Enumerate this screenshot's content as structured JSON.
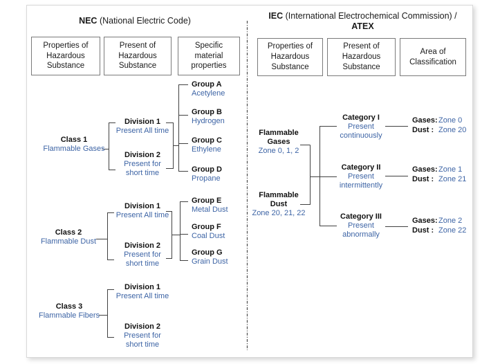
{
  "colors": {
    "accent_blue": "#3d64a5",
    "line": "#404040",
    "box_border": "#7a7a7a"
  },
  "nec": {
    "title_abbr": "NEC",
    "title_rest": " (National Electric Code)",
    "headers": [
      "Properties of\nHazardous\nSubstance",
      "Present of\nHazardous\nSubstance",
      "Specific\nmaterial\nproperties"
    ],
    "classes": [
      {
        "name": "Class 1",
        "desc": "Flammable Gases",
        "divisions": [
          {
            "name": "Division 1",
            "desc": "Present All time"
          },
          {
            "name": "Division 2",
            "desc": "Present for\nshort time"
          }
        ],
        "groups": [
          {
            "name": "Group A",
            "desc": "Acetylene"
          },
          {
            "name": "Group B",
            "desc": "Hydrogen"
          },
          {
            "name": "Group C",
            "desc": "Ethylene"
          },
          {
            "name": "Group D",
            "desc": "Propane"
          }
        ]
      },
      {
        "name": "Class 2",
        "desc": "Flammable Dust",
        "divisions": [
          {
            "name": "Division 1",
            "desc": "Present All time"
          },
          {
            "name": "Division 2",
            "desc": "Present for\nshort time"
          }
        ],
        "groups": [
          {
            "name": "Group E",
            "desc": "Metal Dust"
          },
          {
            "name": "Group F",
            "desc": "Coal Dust"
          },
          {
            "name": "Group G",
            "desc": "Grain Dust"
          }
        ]
      },
      {
        "name": "Class 3",
        "desc": "Flammable Fibers",
        "divisions": [
          {
            "name": "Division 1",
            "desc": "Present All time"
          },
          {
            "name": "Division 2",
            "desc": "Present for\nshort time"
          }
        ],
        "groups": []
      }
    ]
  },
  "iec": {
    "title_abbr": "IEC",
    "title_rest": " (International Electrochemical Commission) /",
    "title_line2": "ATEX",
    "headers": [
      "Properties of\nHazardous\nSubstance",
      "Present of\nHazardous\nSubstance",
      "Area of\nClassification"
    ],
    "substances": [
      {
        "name": "Flammable\nGases",
        "desc": "Zone 0, 1, 2"
      },
      {
        "name": "Flammable\nDust",
        "desc": "Zone 20, 21, 22"
      }
    ],
    "categories": [
      {
        "name": "Category I",
        "desc": "Present\ncontinuously",
        "gases_label": "Gases:",
        "gases_zone": "Zone 0",
        "dust_label": "Dust :",
        "dust_zone": "Zone 20"
      },
      {
        "name": "Category II",
        "desc": "Present\nintermittently",
        "gases_label": "Gases:",
        "gases_zone": "Zone 1",
        "dust_label": "Dust :",
        "dust_zone": "Zone 21"
      },
      {
        "name": "Category III",
        "desc": "Present\nabnormally",
        "gases_label": "Gases:",
        "gases_zone": "Zone 2",
        "dust_label": "Dust :",
        "dust_zone": "Zone 22"
      }
    ]
  }
}
